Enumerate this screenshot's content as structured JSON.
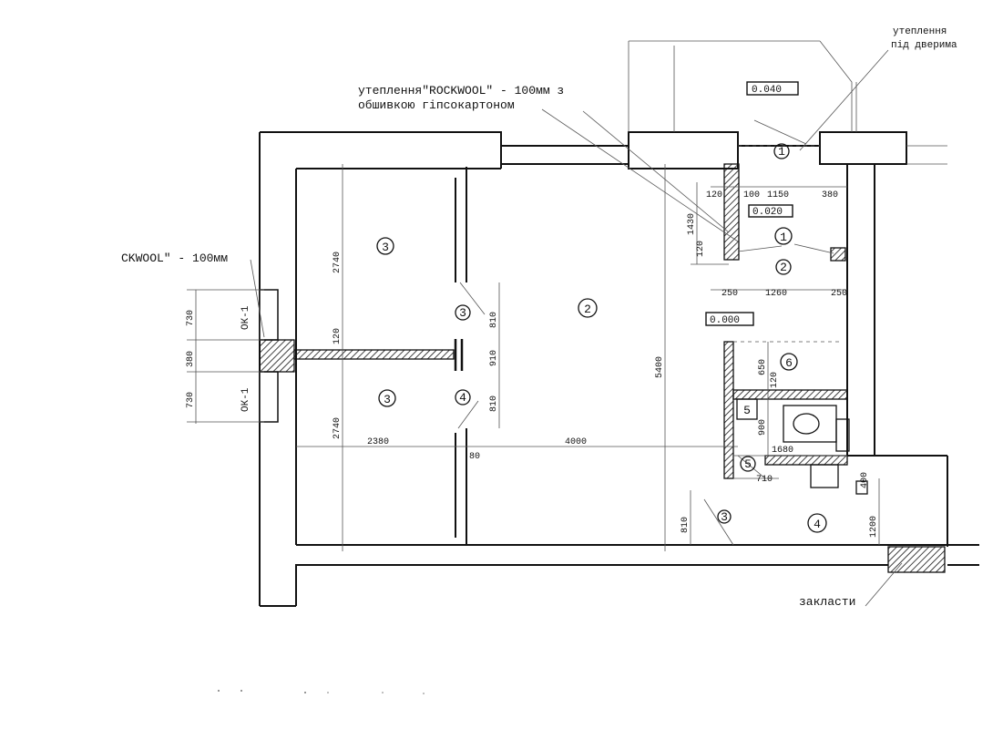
{
  "notes": {
    "insulation_line1": "утеплення\"ROCKWOOL\" - 100мм з",
    "insulation_line2": "обшивкою гіпсокартоном",
    "insulation_left": "CKWOOL\" - 100мм",
    "top_right_line1": "утеплення",
    "top_right_line2": "під дверима",
    "blockwork": "закласти"
  },
  "window_marks": {
    "upper": "ОК-1",
    "lower": "ОК-1"
  },
  "level_marks": {
    "terrace": "0.040",
    "hall": "0.020",
    "main": "0.000"
  },
  "room_numbers": {
    "room_3_upper": "3",
    "room_3_lower": "3",
    "room_2_main": "2",
    "room_1_hall": "1",
    "room_1_top": "1",
    "room_2_corridor": "2",
    "room_6": "6",
    "room_5_box": "5",
    "room_4": "4",
    "door_3_upper": "3",
    "door_4": "4",
    "door_5": "5",
    "door_3_bottom": "3"
  },
  "dimensions": {
    "left_730a": "730",
    "left_380": "380",
    "left_730b": "730",
    "upper_room_h": "2740",
    "lower_room_h": "2740",
    "partition": "120",
    "door_810a": "810",
    "door_910": "910",
    "door_810b": "810",
    "width_2380": "2380",
    "width_4000": "4000",
    "width_80": "80",
    "height_5400": "5400",
    "hall_120a": "120",
    "hall_100": "100",
    "hall_1150": "1150",
    "hall_380": "380",
    "hall_1430": "1430",
    "hall_120b": "120",
    "corr_250a": "250",
    "corr_1260": "1260",
    "corr_250b": "250",
    "bath_650": "650",
    "bath_120": "120",
    "bath_900": "900",
    "bath_1680": "1680",
    "bath_710": "710",
    "bath_400": "400",
    "bath_1200": "1200",
    "bath_810": "810"
  }
}
